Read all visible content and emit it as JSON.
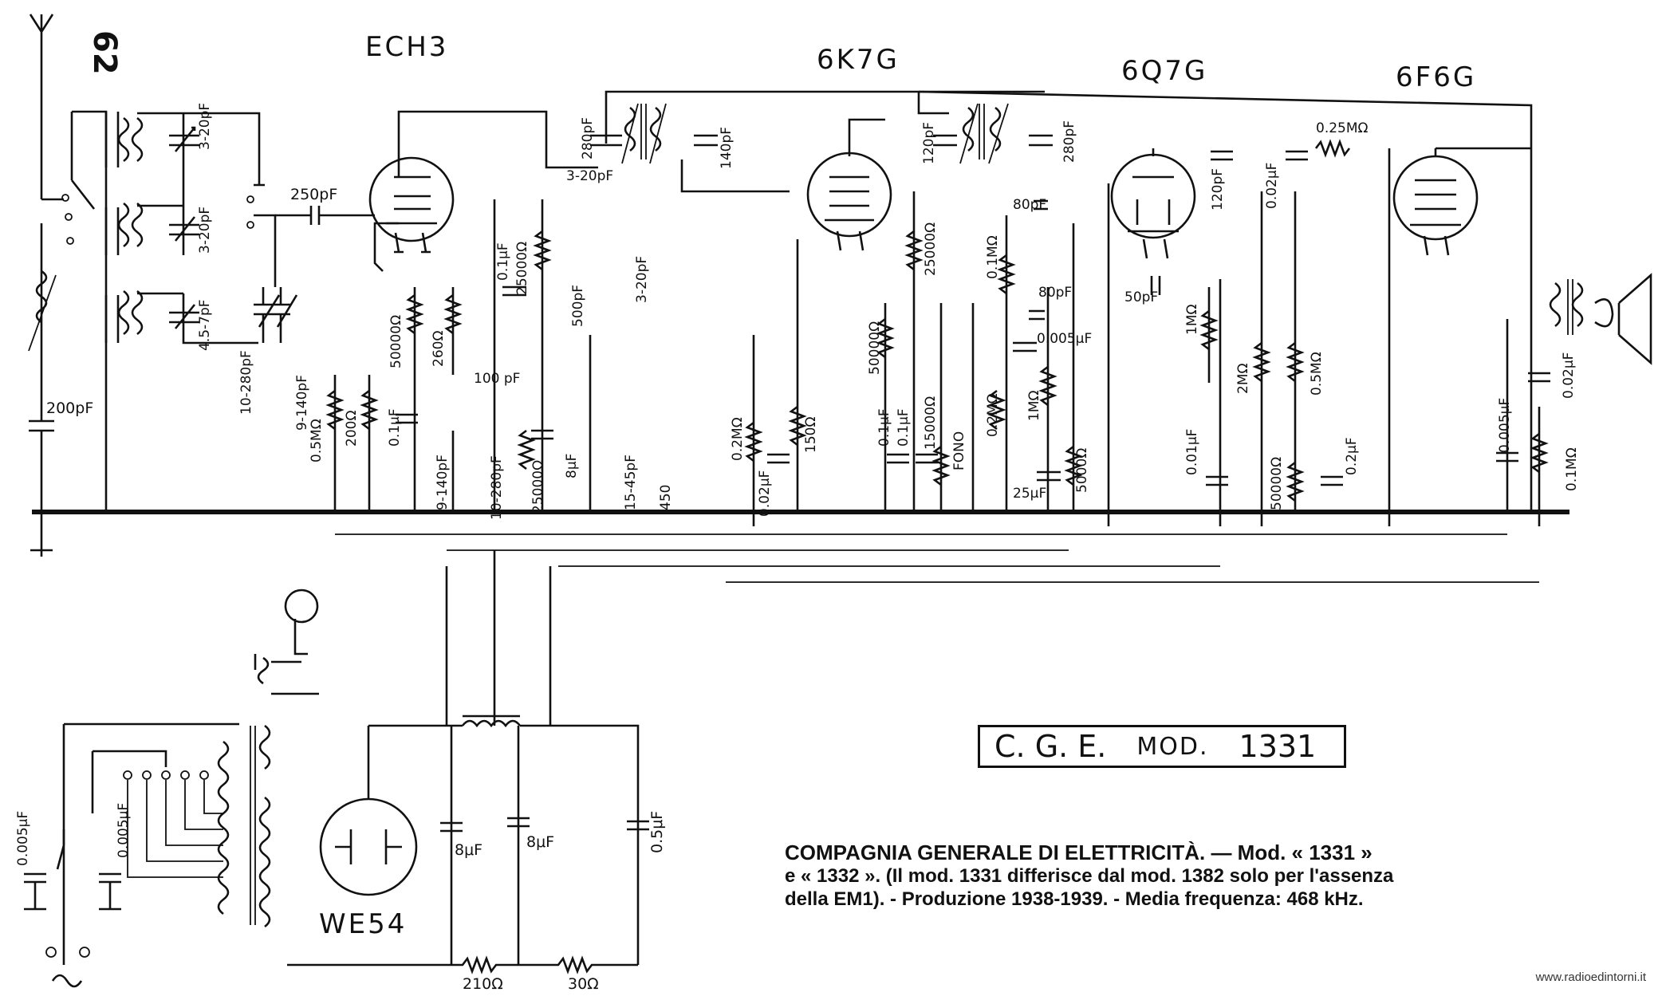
{
  "page_number": "62",
  "tubes": {
    "mixer": "ECH3",
    "if_amp": "6K7G",
    "detector": "6Q7G",
    "output": "6F6G",
    "rectifier": "WE54"
  },
  "model_box": {
    "brand": "C. G. E.",
    "mod_label": "MOD.",
    "number": "1331"
  },
  "caption": {
    "line1": "COMPAGNIA GENERALE DI ELETTRICITÀ. — Mod. « 1331 »",
    "line2": "e « 1332 ». (Il mod. 1331 differisce dal mod. 1382 solo per l'assenza",
    "line3": "della EM1). - Produzione 1938-1939. - Media frequenza: 468 kHz."
  },
  "watermark": "www.radioedintorni.it",
  "component_labels": {
    "c_ant": "200pF",
    "c_trim1": "3-20pF",
    "c_trim2": "3-20pF",
    "c_trim3": "4.5-7pF",
    "c_pad1": "10-280pF",
    "c_pad2": "9-140pF",
    "c_grid": "250pF",
    "r_grid": "0.5MΩ",
    "r_osc": "50000Ω",
    "r_200": "200Ω",
    "r_260": "260Ω",
    "c_100p": "100 pF",
    "c_01_a": "0.1μF",
    "c_01_b": "0.1μF",
    "r_25k_a": "25000Ω",
    "c_trim_osc": "3-20pF",
    "c_500p": "500pF",
    "c_trim_osc2": "3-20pF",
    "c_var1": "9-140pF",
    "c_var2": "10-280pF",
    "r_25k_b": "25000Ω",
    "c_8u_a": "8μF",
    "c_1545": "15-45pF",
    "r_450": "450",
    "c_280_if1": "280pF",
    "c_140_if1": "140pF",
    "r_02M_a": "0.2MΩ",
    "c_002": "0.02μF",
    "r_150": "150Ω",
    "r_50k_b": "50000Ω",
    "c_01_c": "0.1μF",
    "c_01_d": "0.1μF",
    "r_25k_c": "25000Ω",
    "r_15k": "15000Ω",
    "fono": "FONO",
    "c_120_if2": "120pF",
    "c_280_if2": "280pF",
    "c_80a": "80pF",
    "c_80b": "80pF",
    "r_01M": "0.1MΩ",
    "c_0005": "0.005μF",
    "r_02M_b": "0.2MΩ",
    "r_1M_pot": "1MΩ",
    "c_25u": "25μF",
    "r_5000": "5000Ω",
    "c_50p": "50pF",
    "r_1M": "1MΩ",
    "c_120p": "120pF",
    "c_002b": "0.02μF",
    "r_025M": "0.25MΩ",
    "r_2M": "2MΩ",
    "r_05M": "0.5MΩ",
    "c_01_e": "0.01μF",
    "r_50k_c": "50000Ω",
    "c_02u": "0.2μF",
    "c_0005b": "0.005μF",
    "c_002c": "0.02μF",
    "r_01M_tone": "0.1MΩ",
    "c_0005_mains": "0.005μF",
    "c_0005_mains2": "0.005μF",
    "c_8u_f1": "8μF",
    "c_8u_f2": "8μF",
    "c_05u": "0.5μF",
    "r_210": "210Ω",
    "r_30": "30Ω"
  }
}
